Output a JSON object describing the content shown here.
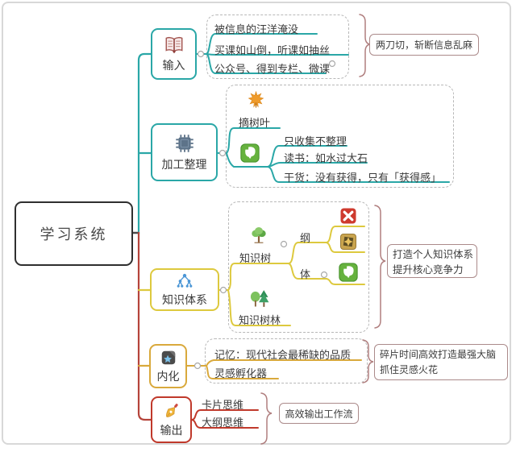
{
  "root_label": "学习系统",
  "branches": {
    "input": {
      "label": "输入",
      "icon": "open-book-icon",
      "items": [
        "被信息的汪洋淹没",
        "买课如山倒，听课如抽丝",
        "公众号、得到专栏、微课"
      ],
      "callout": "两刀切，斩断信息乱麻"
    },
    "process": {
      "label": "加工整理",
      "icon": "chip-icon",
      "leaf_node": "摘树叶",
      "leaf_icon": "maple-leaf-icon",
      "collector_icon": "evernote-icon",
      "items": [
        "只收集不整理",
        "读书：如水过大石",
        "干货：没有获得，只有「获得感」"
      ]
    },
    "knowledge": {
      "label": "知识体系",
      "icon": "tree-diagram-icon",
      "tree": "知识树",
      "tree_icon": "tree-icon",
      "outline": "纲",
      "outline_icons": [
        "xmind-icon",
        "gold-star-app-icon"
      ],
      "body": "体",
      "body_icon": "evernote-icon",
      "forest": "知识树林",
      "forest_icon": "forest-icon",
      "callout_line1": "打造个人知识体系",
      "callout_line2": "提升核心竞争力"
    },
    "internalize": {
      "label": "内化",
      "icon": "blue-star-app-icon",
      "items": [
        "记忆：现代社会最稀缺的品质",
        "灵感孵化器"
      ],
      "callout_line1": "碎片时间高效打造最强大脑",
      "callout_line2": "抓住灵感火花"
    },
    "output": {
      "label": "输出",
      "icon": "pen-nib-icon",
      "items": [
        "卡片思维",
        "大纲思维"
      ],
      "callout": "高效输出工作流"
    }
  },
  "colors": {
    "teal": "#2aa7a7",
    "yellow": "#ddc93e",
    "gold": "#d9a93c",
    "red": "#c0392b",
    "spine_red": "#b5443b",
    "brace": "#b07f7f",
    "callout_border": "#ab8a8a",
    "dashed_border": "#b8b8b8",
    "root_border": "#2f2f2f"
  }
}
